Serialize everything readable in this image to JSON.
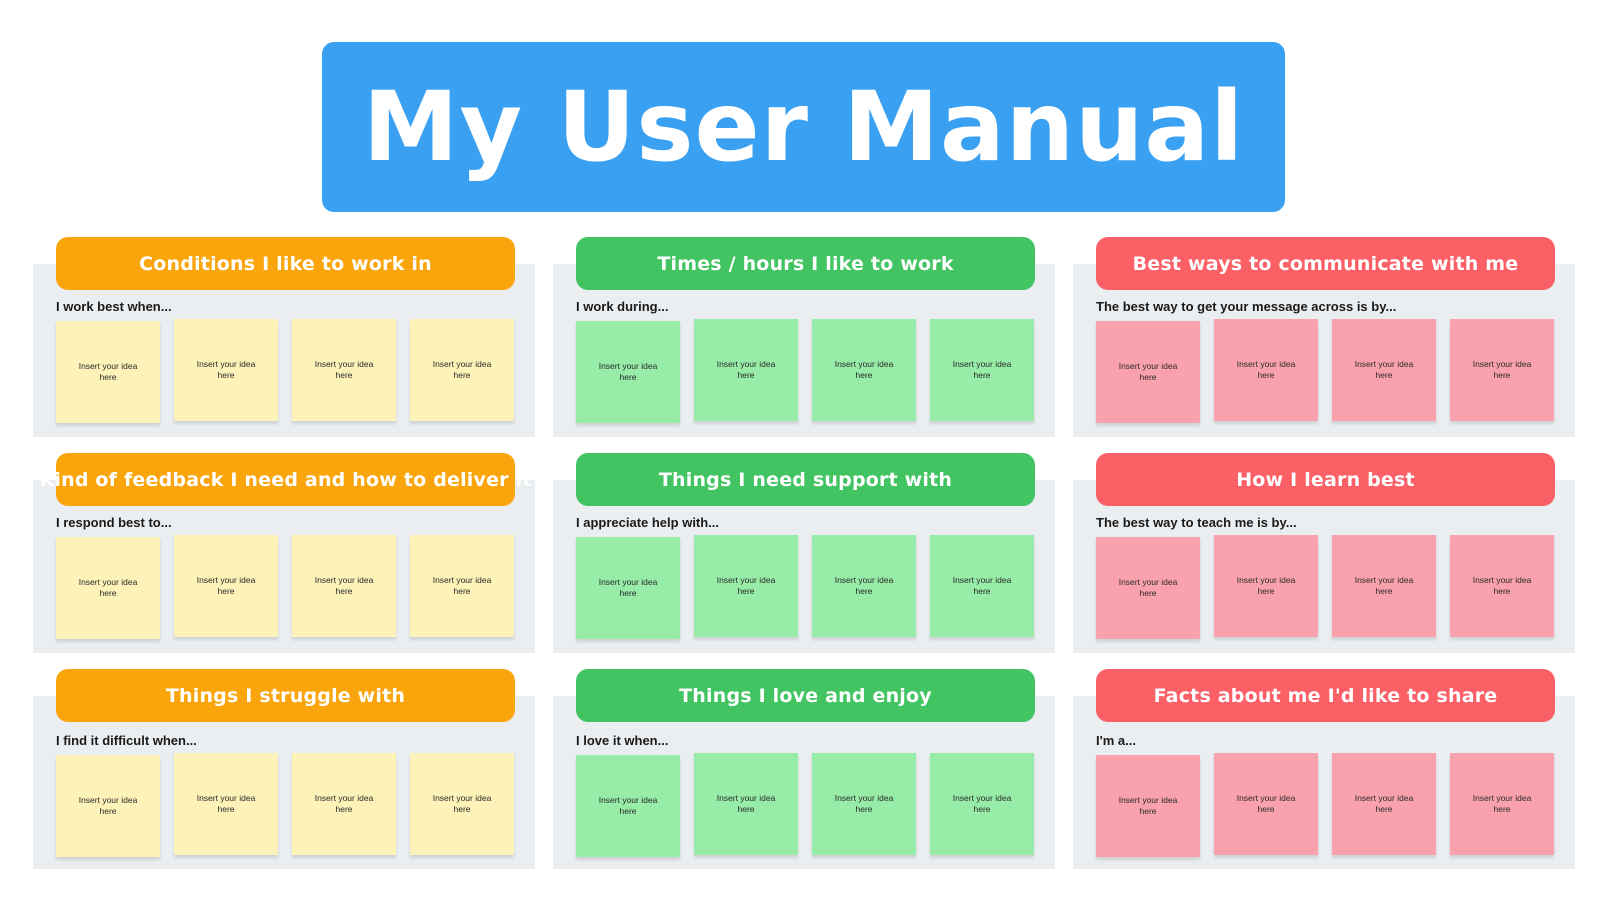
{
  "title": "My User Manual",
  "colors": {
    "title_banner": "#3aa0f2",
    "orange_header": "#fba50c",
    "green_header": "#43c463",
    "red_header": "#fb6067",
    "yellow_note": "#fdf3b8",
    "green_note": "#97eca8",
    "pink_note": "#f9a2ad",
    "panel": "#ebeef1"
  },
  "note_text": "Insert your idea here",
  "sections": [
    {
      "header": "Conditions I like to work in",
      "prompt": "I work best when..."
    },
    {
      "header": "Times / hours I like to work",
      "prompt": "I work during..."
    },
    {
      "header": "Best ways to communicate with me",
      "prompt": "The best way to get your message across is by..."
    },
    {
      "header": "Kind of feedback I need and how to deliver it",
      "prompt": "I respond best to..."
    },
    {
      "header": "Things I need support with",
      "prompt": "I appreciate help with..."
    },
    {
      "header": "How I learn best",
      "prompt": "The best way to teach me is by..."
    },
    {
      "header": "Things I struggle with",
      "prompt": "I find it difficult when..."
    },
    {
      "header": "Things I love and enjoy",
      "prompt": "I love it when..."
    },
    {
      "header": "Facts about me I'd like to share",
      "prompt": "I'm a..."
    }
  ]
}
